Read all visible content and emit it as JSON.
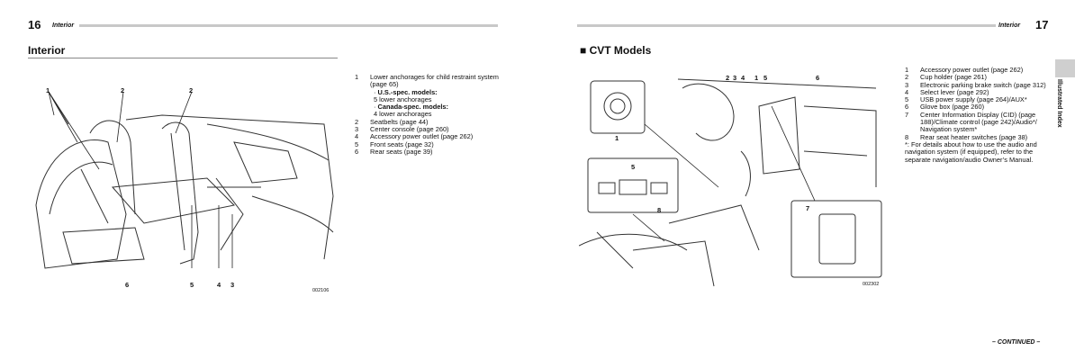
{
  "left_page": {
    "page_number": "16",
    "header_label": "Interior",
    "section_title": "Interior",
    "callouts_top": [
      "1",
      "2",
      "2"
    ],
    "callouts_bottom": [
      "6",
      "5",
      "4",
      "3"
    ],
    "figure_code": "002106",
    "items": [
      {
        "num": "1",
        "text": "Lower anchorages for child restraint system (page 65)"
      },
      {
        "sub": true,
        "bold": "U.S.-spec. models:",
        "text": "5 lower anchorages"
      },
      {
        "sub": true,
        "bold": "Canada-spec. models:",
        "text": "4 lower anchorages"
      },
      {
        "num": "2",
        "text": "Seatbelts (page 44)"
      },
      {
        "num": "3",
        "text": "Center console (page 260)"
      },
      {
        "num": "4",
        "text": "Accessory power outlet (page 262)"
      },
      {
        "num": "5",
        "text": "Front seats (page 32)"
      },
      {
        "num": "6",
        "text": "Rear seats (page 39)"
      }
    ]
  },
  "right_page": {
    "page_number": "17",
    "header_label": "Interior",
    "section_title": "CVT Models",
    "section_bullet": "■",
    "callouts_top": [
      "2",
      "3",
      "4",
      "1",
      "5",
      "6"
    ],
    "callouts_inset": [
      "1",
      "5",
      "8",
      "7"
    ],
    "figure_code": "002302",
    "side_tab_label": "Illustrated Index",
    "continued": "– CONTINUED –",
    "items": [
      {
        "num": "1",
        "text": "Accessory power outlet (page 262)"
      },
      {
        "num": "2",
        "text": "Cup holder (page 261)"
      },
      {
        "num": "3",
        "text": "Electronic parking brake switch (page 312)"
      },
      {
        "num": "4",
        "text": "Select lever (page 292)"
      },
      {
        "num": "5",
        "text": "USB power supply (page 264)/AUX*"
      },
      {
        "num": "6",
        "text": "Glove box (page 260)"
      },
      {
        "num": "7",
        "text": "Center Information Display (CID) (page 188)/Climate control (page 242)/Audio*/ Navigation system*"
      },
      {
        "num": "8",
        "text": "Rear seat heater switches (page 38)"
      }
    ],
    "footnote": "*: For details about how to use the audio and navigation system (if equipped), refer to the separate navigation/audio Owner’s Manual."
  }
}
